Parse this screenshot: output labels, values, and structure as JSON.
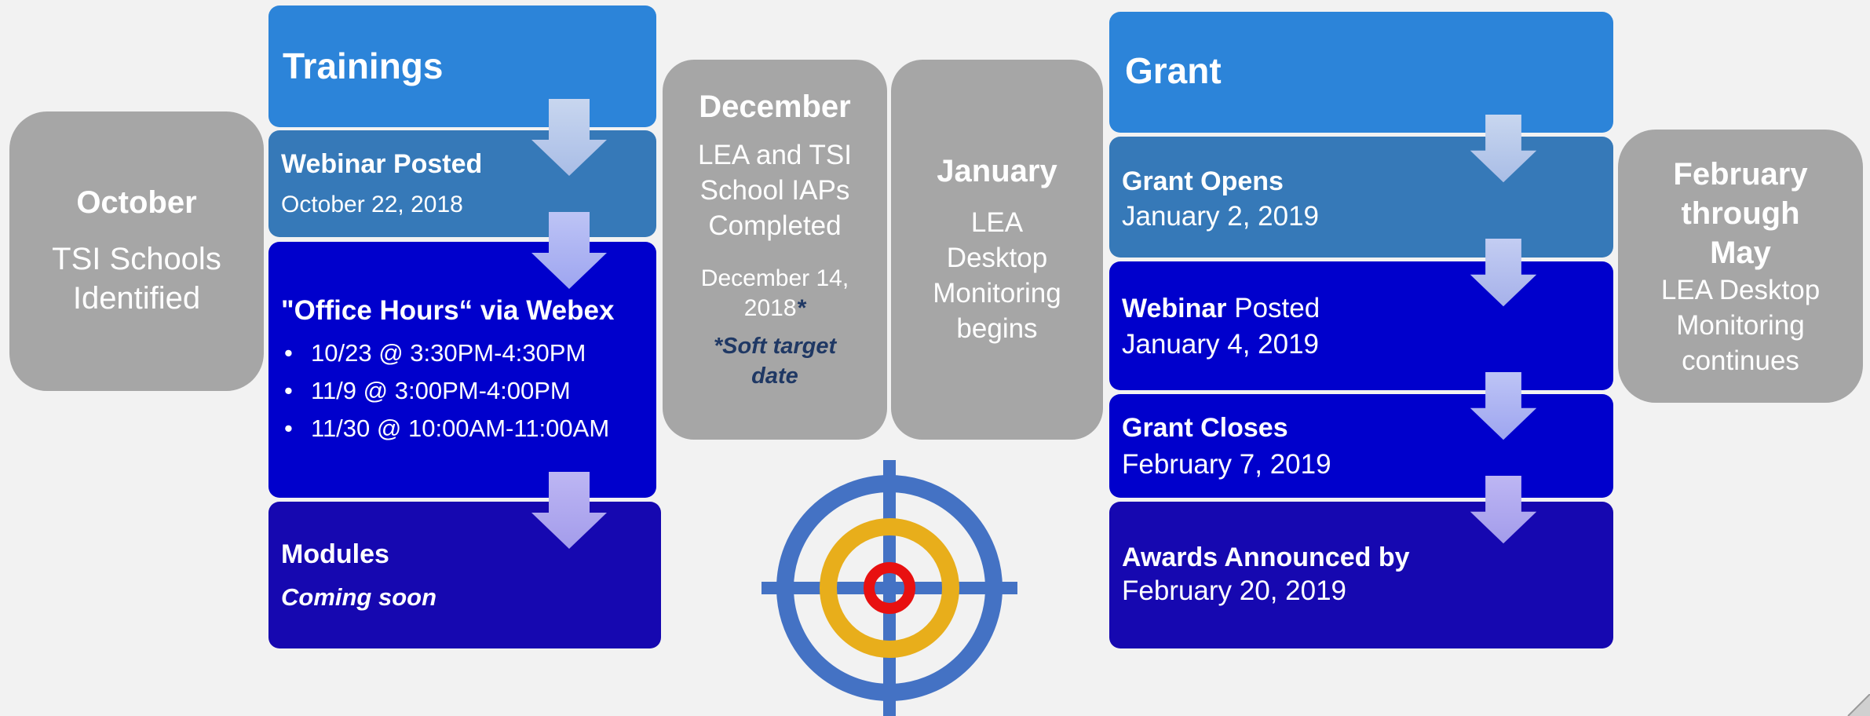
{
  "october": {
    "month": "October",
    "text": "TSI Schools Identified"
  },
  "trainings": {
    "header": "Trainings",
    "webinar": {
      "title": "Webinar Posted",
      "date": "October 22, 2018"
    },
    "office_hours": {
      "title": "\"Office Hours“ via Webex",
      "items": [
        "10/23 @ 3:30PM-4:30PM",
        "11/9 @ 3:00PM-4:00PM",
        "11/30 @ 10:00AM-11:00AM"
      ]
    },
    "modules": {
      "title": "Modules",
      "note": "Coming soon"
    }
  },
  "december": {
    "month": "December",
    "text_line1": "LEA and TSI",
    "text_line2": "School IAPs",
    "text_line3": "Completed",
    "date_line1": "December 14,",
    "date_line2": "2018",
    "date_star": "*",
    "note_line1": "*Soft target",
    "note_line2": "date"
  },
  "january": {
    "month": "January",
    "line1": "LEA",
    "line2": "Desktop",
    "line3": "Monitoring",
    "line4": "begins"
  },
  "grant": {
    "header": "Grant",
    "opens": {
      "title": "Grant Opens",
      "date": "January 2, 2019"
    },
    "webinar": {
      "title_bold": "Webinar",
      "title_rest": " Posted",
      "date": "January 4, 2019"
    },
    "closes": {
      "title": "Grant Closes",
      "date": "February 7, 2019"
    },
    "awards": {
      "title": "Awards Announced by",
      "date": "February 20, 2019"
    }
  },
  "february": {
    "line1": "February",
    "line2": "through",
    "line3": "May",
    "text1": "LEA Desktop",
    "text2": "Monitoring",
    "text3": "continues"
  },
  "colors": {
    "gray": "#a6a6a6",
    "light_blue": "#2c84d9",
    "mid_blue": "#3679b8",
    "royal_blue": "#0000cc",
    "dark_blue": "#1608b0",
    "target_blue": "#4472c4",
    "target_gold": "#e8ae1b",
    "target_red": "#e81010",
    "note_navy": "#1f3864"
  },
  "icons": {
    "target": "crosshair-target-icon",
    "arrow": "down-arrow-icon"
  }
}
